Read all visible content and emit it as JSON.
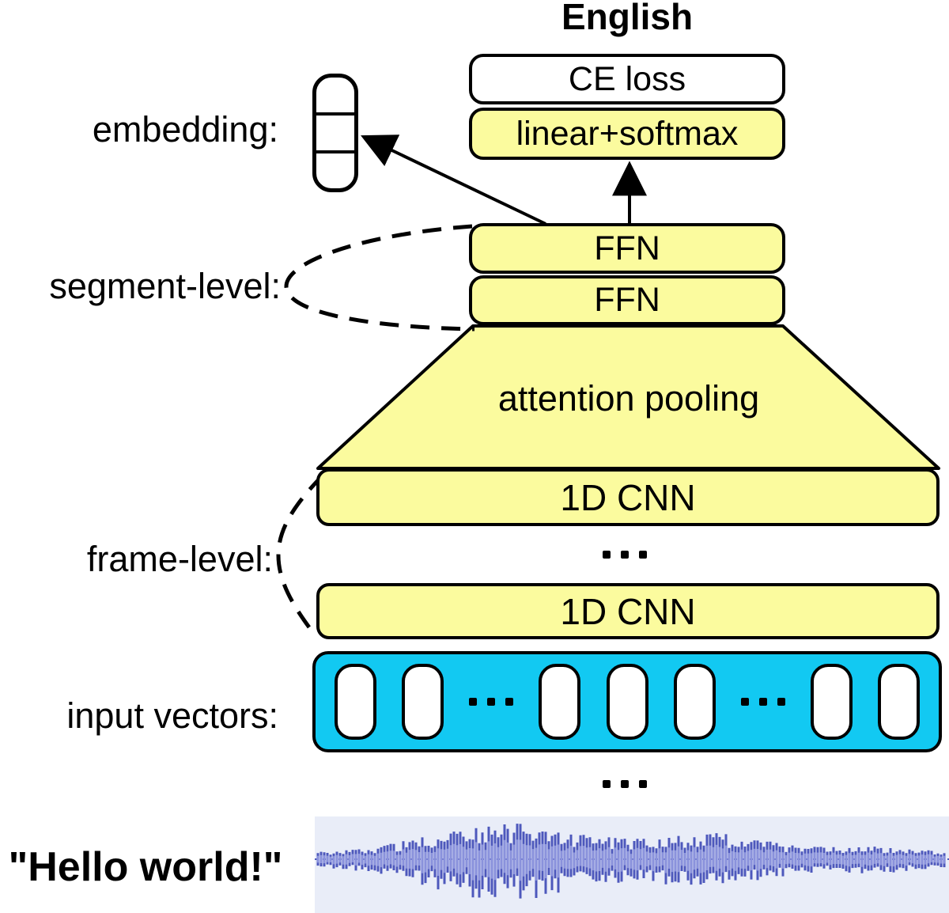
{
  "title": "English",
  "left_labels": {
    "embedding": "embedding:",
    "segment_level": "segment-level:",
    "frame_level": "frame-level:",
    "input_vectors": "input vectors:",
    "transcript": "\"Hello world!\""
  },
  "blocks": {
    "ce_loss": "CE loss",
    "linear_softmax": "linear+softmax",
    "ffn_top": "FFN",
    "ffn_bottom": "FFN",
    "attention_pooling": "attention pooling",
    "cnn_upper": "1D CNN",
    "cnn_lower": "1D CNN"
  },
  "ellipsis": "...",
  "input_vectors": {
    "slot_groups": [
      2,
      3,
      2
    ],
    "separator": "..."
  },
  "colors": {
    "block_yellow": "#FBFB9E",
    "input_cyan": "#12C9F2",
    "outline": "#000000",
    "waveform_bg": "#E9EDF8",
    "waveform_dark": "#4D58BC",
    "waveform_light": "#8A92DC"
  }
}
